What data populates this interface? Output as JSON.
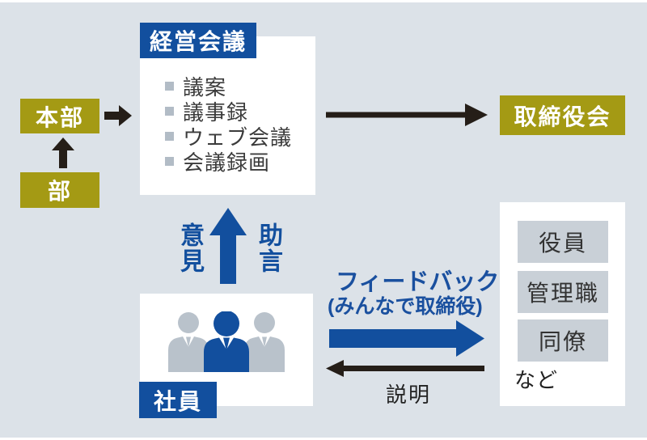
{
  "colors": {
    "background": "#dce2e8",
    "blue": "#124f9e",
    "olive": "#a49a14",
    "panel_white": "#ffffff",
    "gray_box": "#c9d0d7",
    "arrow_black": "#251e18",
    "people_gray": "#b9c2cb",
    "bullet_gray": "#b2bcc6"
  },
  "meeting": {
    "title": "経営会議",
    "items": [
      "議案",
      "議事録",
      "ウェブ会議",
      "会議録画"
    ]
  },
  "left_flow": {
    "hq": "本部",
    "dept": "部"
  },
  "board": {
    "label": "取締役会"
  },
  "stakeholders": {
    "items": [
      "役員",
      "管理職",
      "同僚"
    ],
    "etc": "など"
  },
  "employees": {
    "label": "社員"
  },
  "upward": {
    "left_label": "意見",
    "right_label": "助言"
  },
  "feedback": {
    "title": "フィードバック",
    "subtitle": "(みんなで取締役)",
    "reply": "説明"
  }
}
